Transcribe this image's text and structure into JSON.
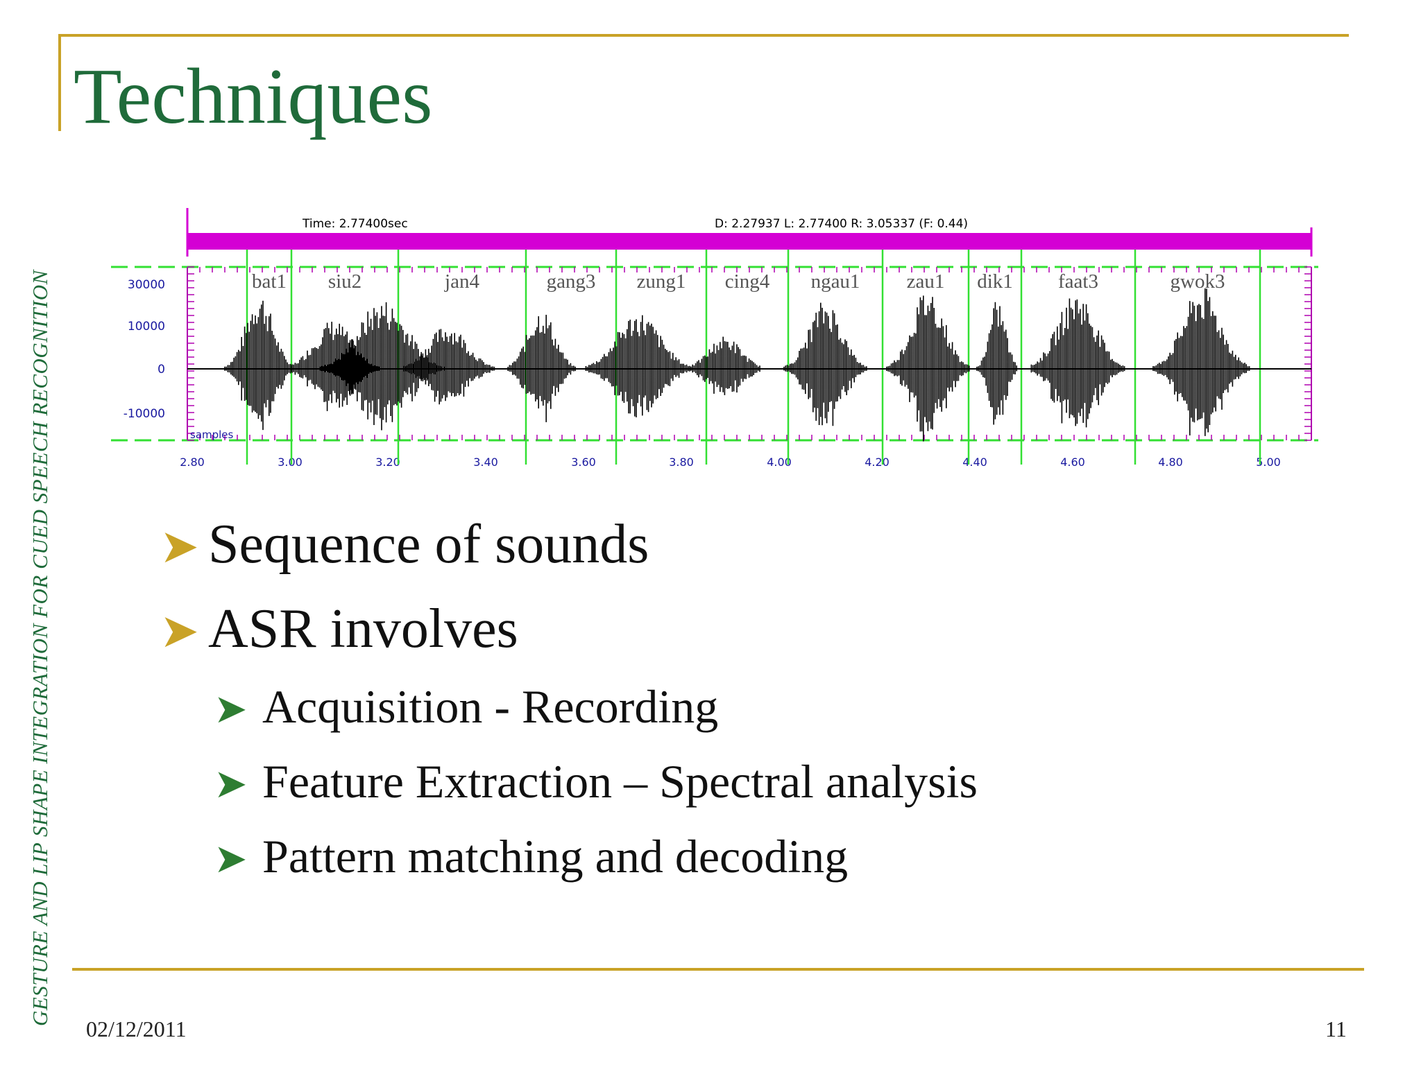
{
  "side_title": "GESTURE AND LIP SHAPE INTEGRATION FOR CUED SPEECH RECOGNITION",
  "title": "Techniques",
  "waveform": {
    "header_left": "Time: 2.77400sec",
    "header_right": "D: 2.27937   L: 2.77400   R: 3.05337 (F:   0.44)",
    "y_ticks": [
      "30000",
      "10000",
      "0",
      "-10000"
    ],
    "y_label": "samples",
    "x_ticks": [
      "2.80",
      "3.00",
      "3.20",
      "3.40",
      "3.60",
      "3.80",
      "4.00",
      "4.20",
      "4.40",
      "4.60",
      "4.80",
      "5.00"
    ],
    "syllables": [
      "bat1",
      "siu2",
      "jan4",
      "gang3",
      "zung1",
      "cing4",
      "ngau1",
      "zau1",
      "dik1",
      "faat3",
      "gwok3"
    ],
    "colors": {
      "header_bar": "#d400d4",
      "markers": "#33e033",
      "ticks": "#b000b0",
      "wave": "#000000",
      "labels": "#555555"
    }
  },
  "bullets": [
    {
      "text": "Sequence of sounds"
    },
    {
      "text": "ASR involves"
    }
  ],
  "sub_bullets": [
    {
      "text": "Acquisition - Recording"
    },
    {
      "text": "Feature Extraction – Spectral analysis"
    },
    {
      "text": "Pattern matching and decoding"
    }
  ],
  "footer": {
    "date": "02/12/2011",
    "page": "11"
  }
}
